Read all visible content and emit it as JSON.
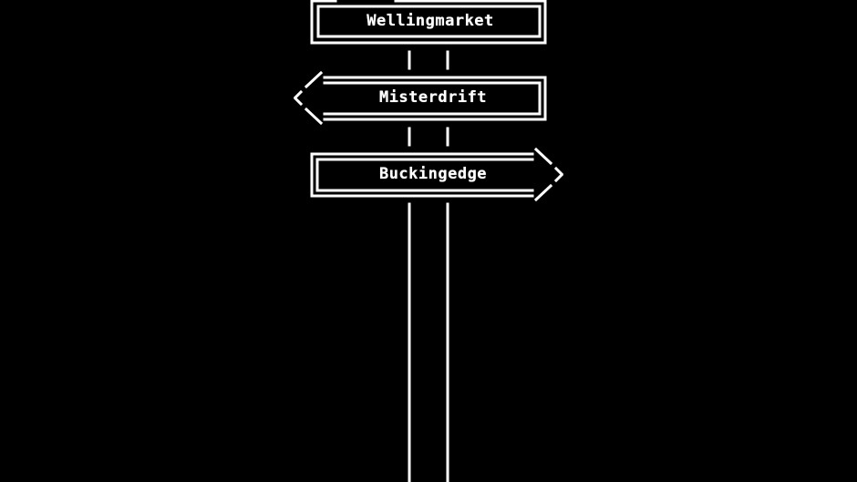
{
  "signpost": {
    "signs": [
      {
        "label": "Wellingmarket",
        "direction": "none"
      },
      {
        "label": "Misterdrift",
        "direction": "left"
      },
      {
        "label": "Buckingedge",
        "direction": "right"
      }
    ]
  },
  "colors": {
    "background": "#000000",
    "line": "#ffffff",
    "text": "#ffffff"
  }
}
